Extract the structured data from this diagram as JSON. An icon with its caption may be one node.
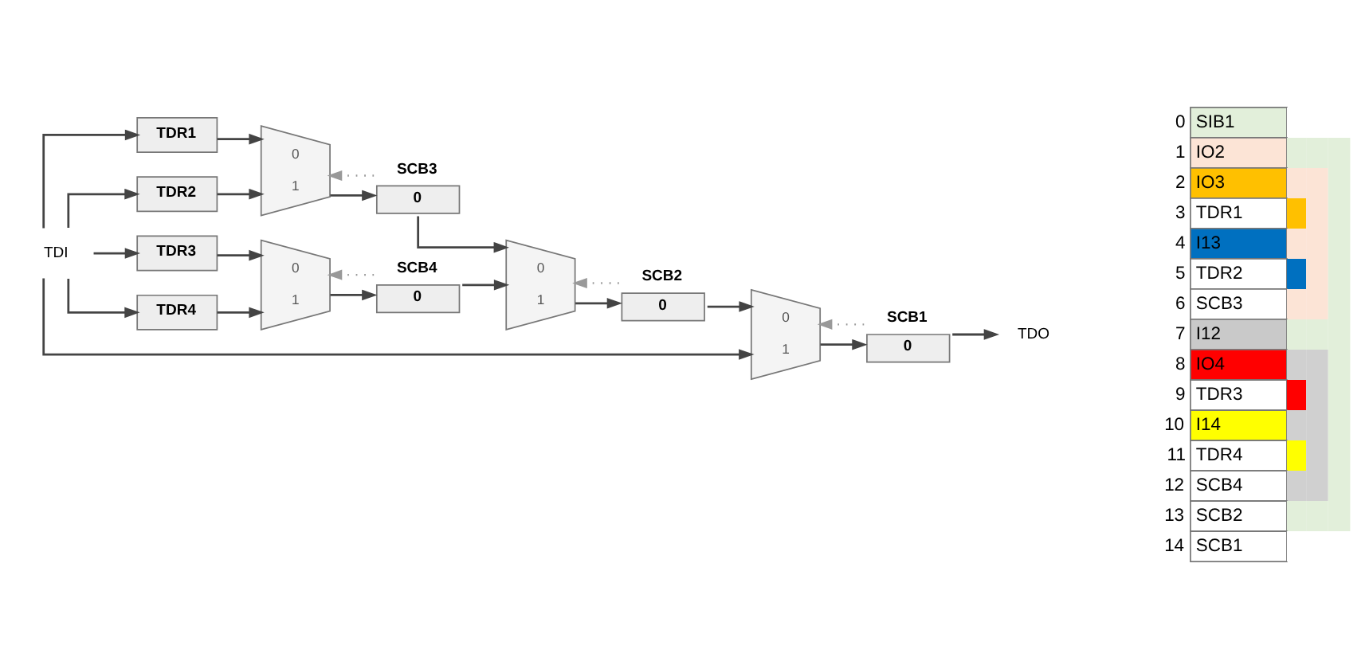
{
  "diagram": {
    "nodes": [
      {
        "text": [
          "TDI"
        ]
      },
      {
        "text": [
          "TDR1"
        ]
      },
      {
        "text": [
          "TDR2"
        ]
      },
      {
        "text": [
          "TDR3"
        ]
      },
      {
        "text": [
          "TDR4"
        ]
      },
      {
        "text": [
          "0",
          "1"
        ]
      },
      {
        "text": [
          "SCB3",
          "0"
        ]
      },
      {
        "text": [
          "0",
          "1"
        ]
      },
      {
        "text": [
          "SCB4",
          "0"
        ]
      },
      {
        "text": [
          "0",
          "1"
        ]
      },
      {
        "text": [
          "SCB2",
          "0"
        ]
      },
      {
        "text": [
          "0",
          "1"
        ]
      },
      {
        "text": [
          "SCB1",
          "0"
        ]
      },
      {
        "text": [
          "TDO"
        ]
      }
    ],
    "edges": [
      {
        "from": 0,
        "to": 11,
        "arrow": "to"
      },
      {
        "from": 0,
        "to": 1,
        "arrow": "to"
      },
      {
        "from": 0,
        "to": 2,
        "arrow": "to"
      },
      {
        "from": 0,
        "to": 3,
        "arrow": "to"
      },
      {
        "from": 0,
        "to": 4,
        "arrow": "to"
      },
      {
        "from": 1,
        "to": 5,
        "arrow": "to"
      },
      {
        "from": 2,
        "to": 5,
        "arrow": "to"
      },
      {
        "from": 5,
        "to": 6,
        "arrow": "to"
      },
      {
        "from": 6,
        "to": 5,
        "arrow": "to",
        "style": "dashed",
        "color": "#999999"
      },
      {
        "from": 3,
        "to": 7,
        "arrow": "to"
      },
      {
        "from": 4,
        "to": 7,
        "arrow": "to"
      },
      {
        "from": 7,
        "to": 8,
        "arrow": "to"
      },
      {
        "from": 8,
        "to": 7,
        "arrow": "to",
        "style": "dashed",
        "color": "#999999"
      },
      {
        "from": 6,
        "to": 9,
        "arrow": "to"
      },
      {
        "from": 8,
        "to": 9,
        "arrow": "to"
      },
      {
        "from": 9,
        "to": 10,
        "arrow": "to"
      },
      {
        "from": 10,
        "to": 9,
        "arrow": "to",
        "style": "dashed",
        "color": "#999999"
      },
      {
        "from": 10,
        "to": 11,
        "arrow": "to"
      },
      {
        "from": 11,
        "to": 12,
        "arrow": "to"
      },
      {
        "from": 12,
        "to": 11,
        "arrow": "to",
        "style": "dashed",
        "color": "#999999"
      },
      {
        "from": 12,
        "to": 13,
        "arrow": "to"
      }
    ],
    "labels": [
      "0",
      "SIB1",
      "1",
      "IO2",
      "2",
      "IO3",
      "3",
      "TDR1",
      "4",
      "I13",
      "5",
      "TDR2",
      "6",
      "SCB3",
      "7",
      "I12",
      "8",
      "IO4",
      "9",
      "TDR3",
      "10",
      "I14",
      "11",
      "TDR4",
      "12",
      "SCB4",
      "13",
      "SCB2",
      "14",
      "SCB1"
    ]
  }
}
